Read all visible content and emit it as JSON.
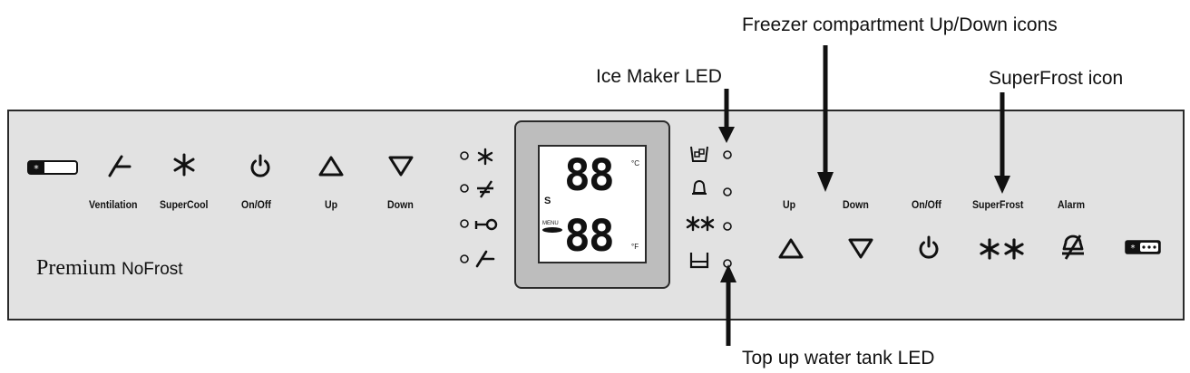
{
  "callouts": {
    "freezer_updown": "Freezer compartment Up/Down icons",
    "ice_maker": "Ice Maker LED",
    "superfrost": "SuperFrost icon",
    "water_tank": "Top up water tank LED"
  },
  "left_controls": {
    "ventilation": "Ventilation",
    "supercool": "SuperCool",
    "onoff": "On/Off",
    "up": "Up",
    "down": "Down"
  },
  "right_controls": {
    "up": "Up",
    "down": "Down",
    "onoff": "On/Off",
    "superfrost": "SuperFrost",
    "alarm": "Alarm"
  },
  "brand": {
    "name": "Premium",
    "sub": "NoFrost"
  },
  "display": {
    "top_digits": "88",
    "bottom_digits": "88",
    "unit_c": "°C",
    "unit_f": "°F",
    "s_indicator": "S",
    "menu_indicator": "MENU"
  },
  "left_leds": [
    "supercool-led",
    "superfrost-off-led",
    "key-led",
    "ventilation-led"
  ],
  "right_leds": [
    "ice-maker-led",
    "alarm-bell-led",
    "superfrost-led",
    "water-tank-led"
  ]
}
